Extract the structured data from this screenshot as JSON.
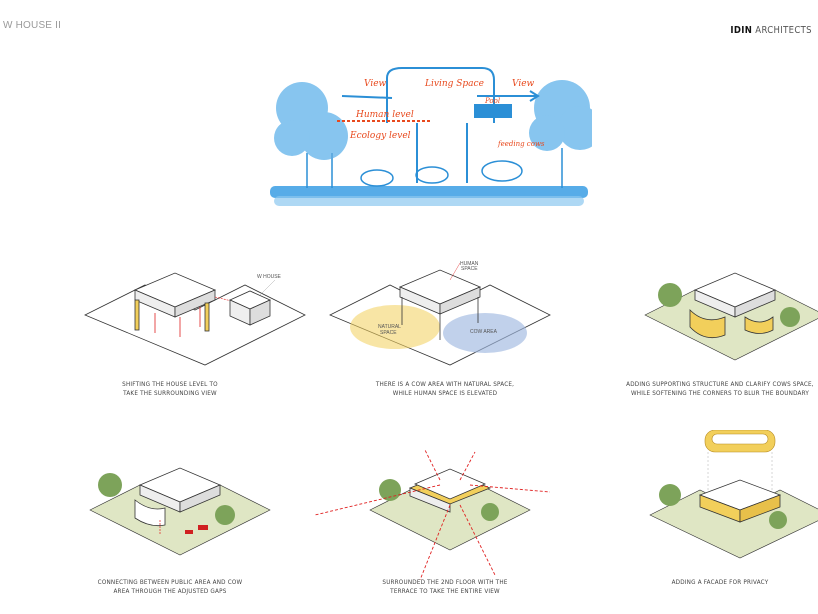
{
  "header": {
    "project_title": "W HOUSE II",
    "brand_bold": "IDIN",
    "brand_rest": "ARCHITECTS"
  },
  "sketch": {
    "labels": {
      "view_left": "View",
      "living_space": "Living Space",
      "view_right": "View",
      "human_level": "Human level",
      "ecology_level": "Ecology level",
      "feeding_cows": "feeding cows",
      "pool": "Pool"
    },
    "colors": {
      "ink": "#2b8fd6",
      "annotation": "#e8491d"
    }
  },
  "diagrams": [
    {
      "caption_line1": "SHIFTING THE HOUSE LEVEL TO",
      "caption_line2": "TAKE THE SURROUNDING VIEW",
      "labels": {
        "w_house": "W HOUSE"
      }
    },
    {
      "caption_line1": "THERE IS A COW AREA WITH NATURAL SPACE,",
      "caption_line2": "WHILE HUMAN SPACE IS ELEVATED",
      "labels": {
        "human_space_1": "HUMAN",
        "human_space_2": "SPACE",
        "natural_space_1": "NATURAL",
        "natural_space_2": "SPACE",
        "cow_area": "COW AREA"
      }
    },
    {
      "caption_line1": "ADDING SUPPORTING STRUCTURE AND CLARIFY COWS SPACE,",
      "caption_line2": "WHILE SOFTENING THE CORNERS TO BLUR THE BOUNDARY"
    },
    {
      "caption_line1": "CONNECTING BETWEEN PUBLIC AREA AND COW",
      "caption_line2": "AREA THROUGH THE ADJUSTED GAPS"
    },
    {
      "caption_line1": "SURROUNDED THE 2ND FLOOR WITH THE",
      "caption_line2": "TERRACE TO TAKE THE ENTIRE VIEW"
    },
    {
      "caption_line1": "ADDING A FACADE FOR PRIVACY",
      "caption_line2": ""
    }
  ],
  "colors": {
    "yellow": "#f2cf5b",
    "green_ground": "#dfe6c4",
    "tree": "#7da35a",
    "arrow_red": "#e02020",
    "blue_area": "#9fb8e0"
  }
}
